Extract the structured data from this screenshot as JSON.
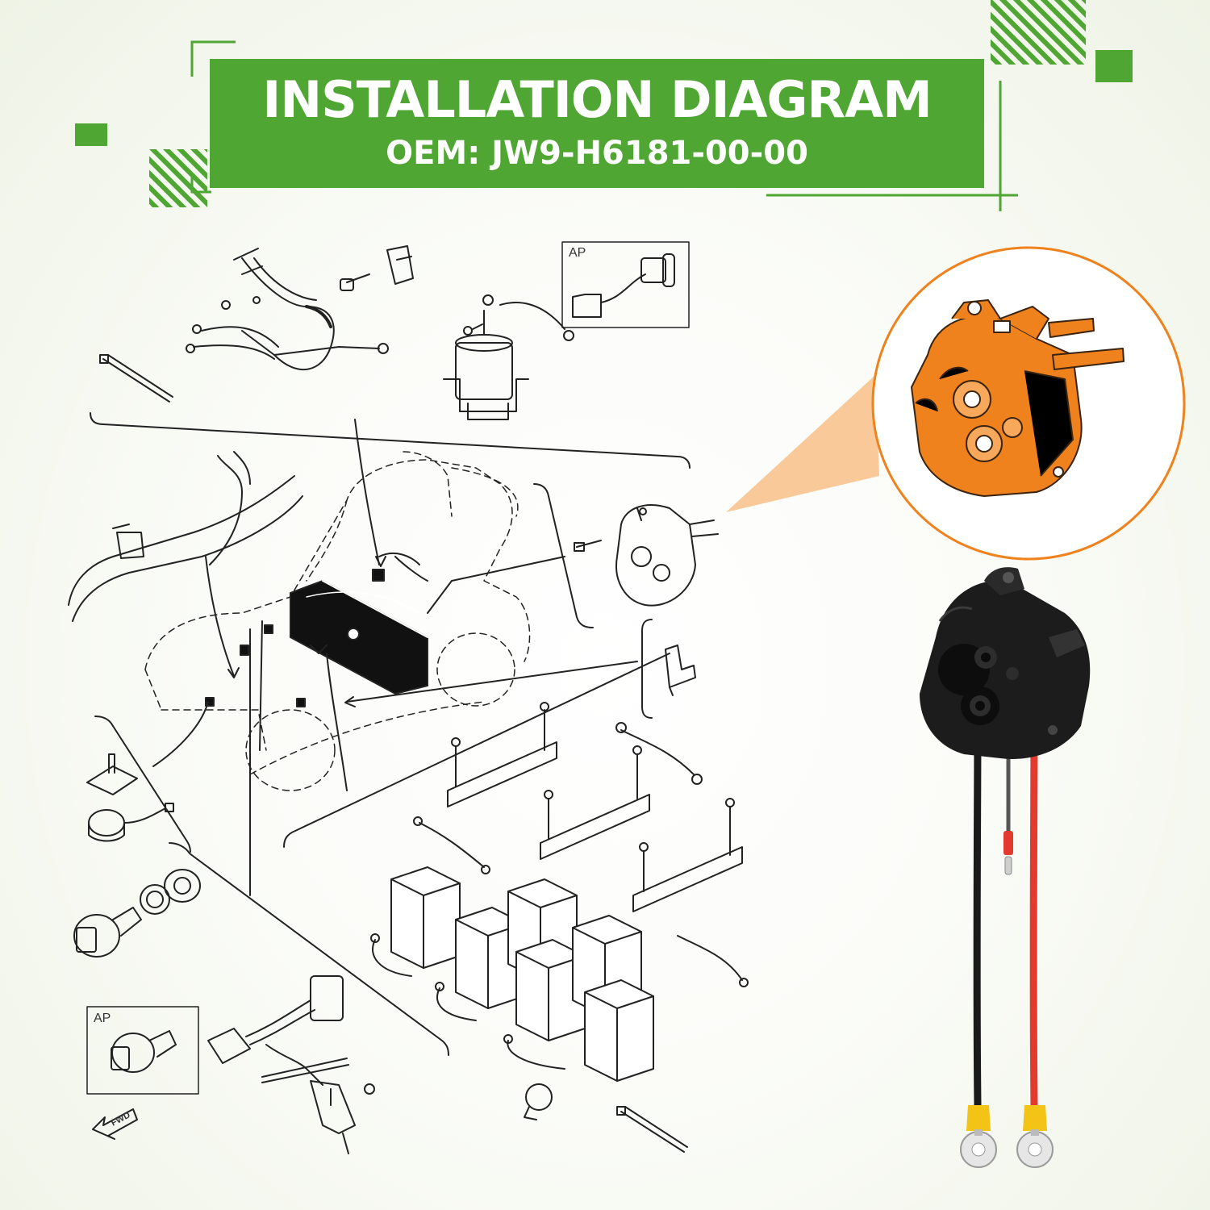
{
  "header": {
    "title": "INSTALLATION DIAGRAM",
    "subtitle": "OEM: JW9-H6181-00-00"
  },
  "callouts": {
    "ap_top": "AP",
    "ap_bottom": "AP",
    "fwd": "FWD"
  },
  "colors": {
    "brand_green": "#4fa632",
    "highlight_orange": "#f0821e",
    "callout_fill": "#f9c99a",
    "receptacle_black": "#1c1c1c",
    "wire_red": "#e23a2e",
    "terminal_yellow": "#f3c316"
  },
  "icons": {
    "highlight_part": "charger-receptacle-icon",
    "product": "charger-receptacle-with-wires-icon"
  }
}
